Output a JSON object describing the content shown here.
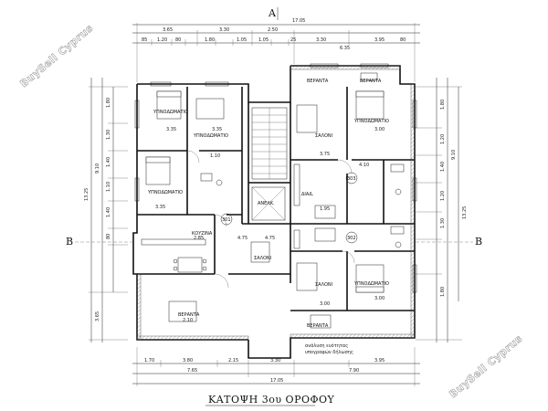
{
  "title": "ΚΑΤΟΨΗ 3ου ΟΡΟΦΟΥ",
  "watermarks": [
    "BuySell Cyprus",
    "BuySell Cyprus"
  ],
  "section_marks": {
    "a_top": "A",
    "b_left": "B",
    "b_right": "B"
  },
  "top_dims_row1": [
    "3.65",
    "3.30",
    "2.50",
    "3.30",
    "3.95"
  ],
  "top_dims_row2": [
    "85",
    "1.20",
    "80",
    "1.80",
    "1.05",
    "1.05",
    "25",
    "6.35",
    "80"
  ],
  "top_total": "17.05",
  "bottom_dims_row1": [
    "1.70",
    "3.80",
    "2.15",
    "3.30",
    "3.95"
  ],
  "bottom_dims_row2": [
    "7.65",
    "7.90"
  ],
  "bottom_total": "17.05",
  "left_dims": [
    "1.80",
    "1.30",
    "1.40",
    "1.10",
    "1.40",
    "80",
    "3.65"
  ],
  "left_totals": [
    "9.10",
    "13.25"
  ],
  "right_dims": [
    "1.80",
    "1.20",
    "1.40",
    "1.20",
    "1.30",
    "1.80"
  ],
  "right_totals": [
    "9.10",
    "13.25"
  ],
  "rooms": {
    "bed_tl": "ΥΠΝΟΔΩΜΑΤΙΟ",
    "bed_tl2": "ΥΠΝΟΔΩΜΑΤΙΟ",
    "bed_ml": "ΥΠΝΟΔΩΜΑΤΙΟ",
    "kitchen_l": "ΚΟΥΖΙΝΑ",
    "living_l": "ΣΑΛΟΝΙ",
    "veranda_l": "ΒΕΡΑΝΤΑ",
    "veranda_tr": "ΒΕΡΑΝΤΑ",
    "living_tr": "ΣΑΛΟΝΙ",
    "bed_tr": "ΥΠΝΟΔΩΜΑΤΙΟ",
    "living_br": "ΣΑΛΟΝΙ",
    "bed_br": "ΥΠΝΟΔΩΜΑΤΙΟ",
    "veranda_br": "ΒΕΡΑΝΤΑ",
    "lift": "ΑΝΕΛΚ.",
    "lobby": "ΔΙΑΔ."
  },
  "unit_numbers": [
    "301",
    "302",
    "303"
  ],
  "room_dims": [
    "3.35",
    "3.35",
    "3.35",
    "3.75",
    "3.00",
    "3.00",
    "4.10",
    "3.00",
    "1.95",
    "4.75",
    "4.75",
    "2.85",
    "2.10",
    "1.10"
  ],
  "note_line1": "ανάλυση ενότητας",
  "note_line2": "υπογραφών δήλωσης"
}
